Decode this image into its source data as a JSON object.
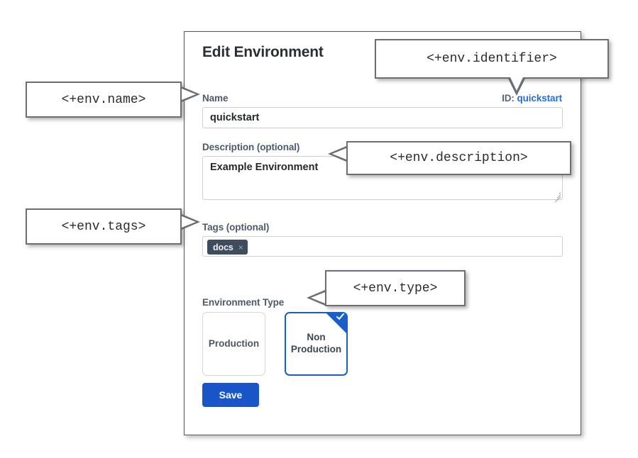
{
  "panel": {
    "title": "Edit Environment",
    "id_prefix": "ID:",
    "id_value": "quickstart",
    "fields": {
      "name": {
        "label": "Name",
        "value": "quickstart",
        "placeholder": ""
      },
      "description": {
        "label": "Description (optional)",
        "value": "Example Environment",
        "placeholder": ""
      },
      "tags": {
        "label": "Tags (optional)",
        "chips": [
          {
            "label": "docs",
            "remove_icon": "close-icon",
            "remove_glyph": "×"
          }
        ]
      },
      "environment_type": {
        "label": "Environment Type",
        "options": [
          {
            "label": "Production",
            "selected": false
          },
          {
            "label": "Non\nProduction",
            "line1": "Non",
            "line2": "Production",
            "selected": true
          }
        ],
        "selected_check_icon": "check-icon"
      }
    },
    "save_label": "Save"
  },
  "callouts": [
    {
      "id": "name",
      "text": "<+env.name>"
    },
    {
      "id": "identifier",
      "text": "<+env.identifier>"
    },
    {
      "id": "description",
      "text": "<+env.description>"
    },
    {
      "id": "tags",
      "text": "<+env.tags>"
    },
    {
      "id": "type",
      "text": "<+env.type>"
    }
  ],
  "colors": {
    "accent_blue": "#1a55c8",
    "link_blue": "#2b6bd4",
    "label_slate": "#4e5a69",
    "chip_dark": "#3e4c5d",
    "panel_border": "#555a5e",
    "callout_border": "#6b6f73"
  }
}
